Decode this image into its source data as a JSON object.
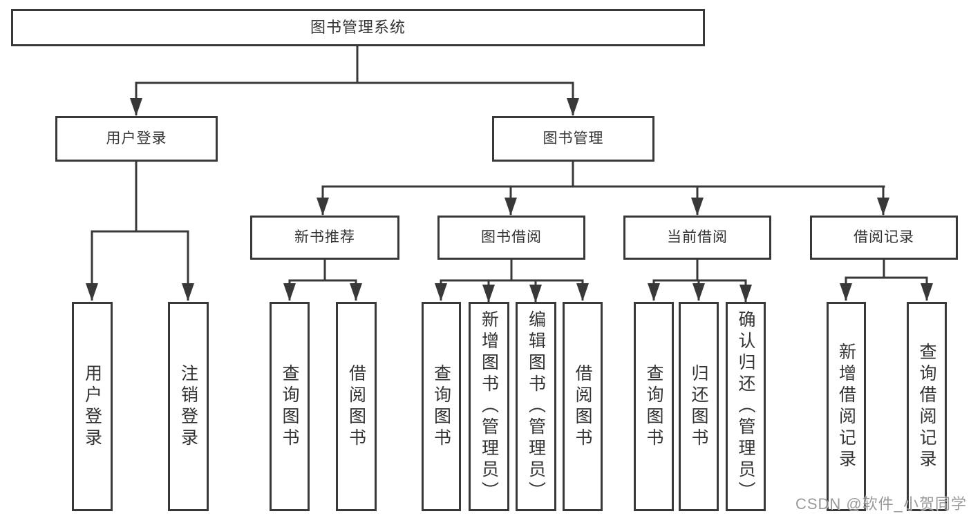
{
  "tree": {
    "root": {
      "label": "图书管理系统"
    },
    "branches": [
      {
        "label": "用户登录",
        "children": [
          {
            "label": "用户登录"
          },
          {
            "label": "注销登录"
          }
        ]
      },
      {
        "label": "图书管理",
        "children": [
          {
            "label": "新书推荐",
            "children": [
              {
                "label": "查询图书"
              },
              {
                "label": "借阅图书"
              }
            ]
          },
          {
            "label": "图书借阅",
            "children": [
              {
                "label": "查询图书"
              },
              {
                "label": "新增图书（管理员）"
              },
              {
                "label": "编辑图书（管理员）"
              },
              {
                "label": "借阅图书"
              }
            ]
          },
          {
            "label": "当前借阅",
            "children": [
              {
                "label": "查询图书"
              },
              {
                "label": "归还图书"
              },
              {
                "label": "确认归还（管理员）"
              }
            ]
          },
          {
            "label": "借阅记录",
            "children": [
              {
                "label": "新增借阅记录"
              },
              {
                "label": "查询借阅记录"
              }
            ]
          }
        ]
      }
    ]
  },
  "watermark": {
    "text": "CSDN @软件_小贺同学",
    "color": "#8e8e8e"
  },
  "colors": {
    "line": "#383838",
    "box_border": "#383838",
    "box_fill": "#ffffff",
    "text": "#333333",
    "background": "#ffffff"
  }
}
